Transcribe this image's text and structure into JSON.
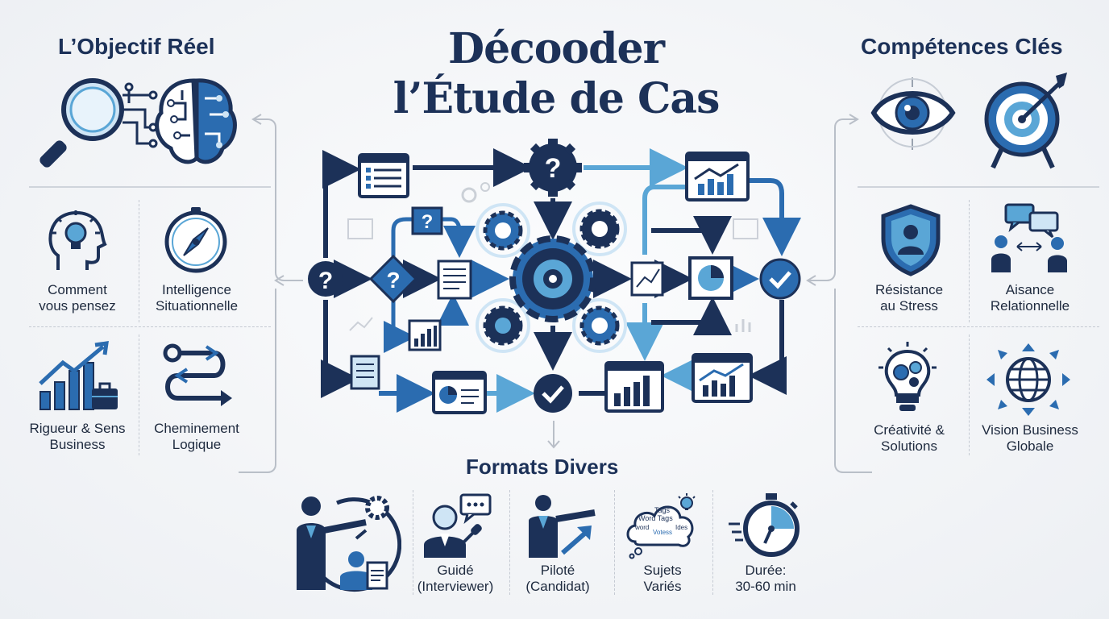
{
  "title": {
    "line1": "Décooder",
    "line2": "l’Étude de Cas"
  },
  "left_panel": {
    "title": "L’Objectif Réel",
    "items": [
      {
        "line1": "Comment",
        "line2": "vous pensez",
        "icon": "head-lightbulb-icon"
      },
      {
        "line1": "Intelligence",
        "line2": "Situationnelle",
        "icon": "compass-icon"
      },
      {
        "line1": "Rigueur & Sens",
        "line2": "Business",
        "icon": "growth-chart-briefcase-icon"
      },
      {
        "line1": "Cheminement",
        "line2": "Logique",
        "icon": "logic-path-arrows-icon"
      }
    ]
  },
  "right_panel": {
    "title": "Compétences Clés",
    "items": [
      {
        "line1": "Résistance",
        "line2": "au Stress",
        "icon": "shield-person-icon"
      },
      {
        "line1": "Aisance",
        "line2": "Relationnelle",
        "icon": "people-conversation-icon"
      },
      {
        "line1": "Créativité &",
        "line2": "Solutions",
        "icon": "lightbulb-gears-icon"
      },
      {
        "line1": "Vision Business",
        "line2": "Globale",
        "icon": "globe-arrows-icon"
      }
    ]
  },
  "formats": {
    "title": "Formats Divers",
    "items": [
      {
        "line1": "Guidé",
        "line2": "(Interviewer)",
        "icon": "interviewer-guiding-icon"
      },
      {
        "line1": "Piloté",
        "line2": "(Candidat)",
        "icon": "candidate-pointing-icon"
      },
      {
        "line1": "Sujets",
        "line2": "Variés",
        "icon": "word-cloud-icon"
      },
      {
        "line1": "Durée:",
        "line2": "30-60 min",
        "icon": "stopwatch-icon"
      }
    ]
  },
  "word_cloud": {
    "w1": "Tags",
    "w2": "Word Tags",
    "w3": "word",
    "w4": "Votess",
    "w5": "Ides"
  },
  "colors": {
    "navy": "#1c3158",
    "blue": "#2b6cb0",
    "light_blue": "#5aa6d6",
    "pale_blue": "#cfe5f5"
  }
}
